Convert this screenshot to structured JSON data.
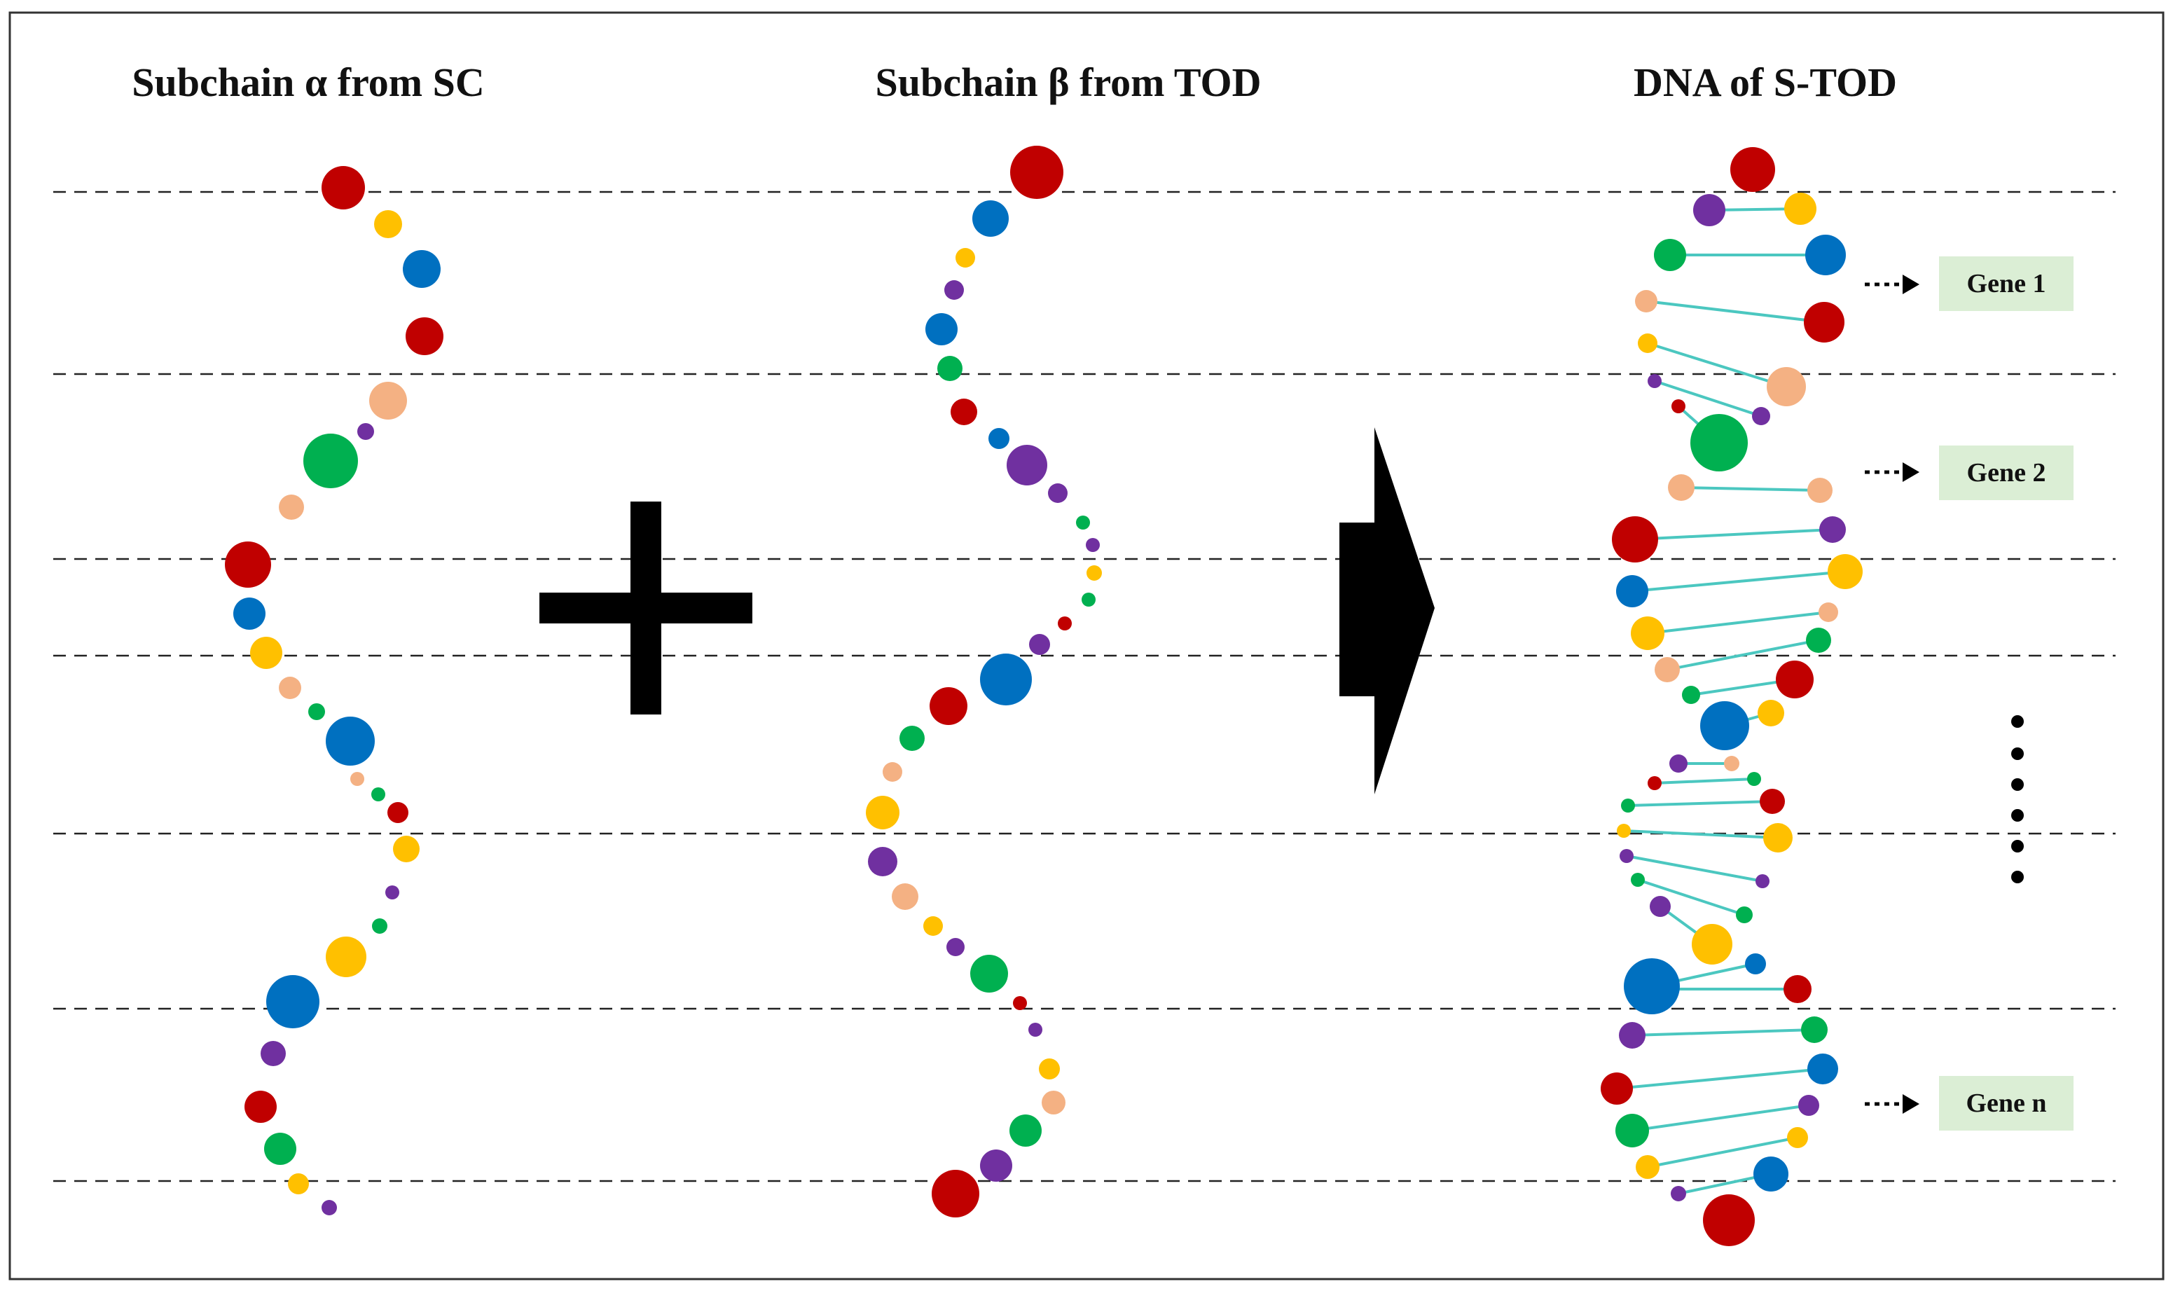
{
  "titles": {
    "subchain_alpha": "Subchain α from SC",
    "subchain_beta": "Subchain β from TOD",
    "dna": "DNA of S-TOD"
  },
  "genes": [
    "Gene 1",
    "Gene 2",
    "Gene n"
  ],
  "colors": {
    "red": "#c00000",
    "yellow": "#ffc000",
    "blue": "#0070c0",
    "green": "#00b050",
    "peach": "#f4b183",
    "purple": "#7030a0",
    "link": "#4bc7c0",
    "frame": "#333333",
    "gene_box": "#dbeed5"
  },
  "icons": {
    "combine": "plus-icon",
    "transform": "arrow-right-icon",
    "continuation": "vertical-ellipsis-icon"
  }
}
